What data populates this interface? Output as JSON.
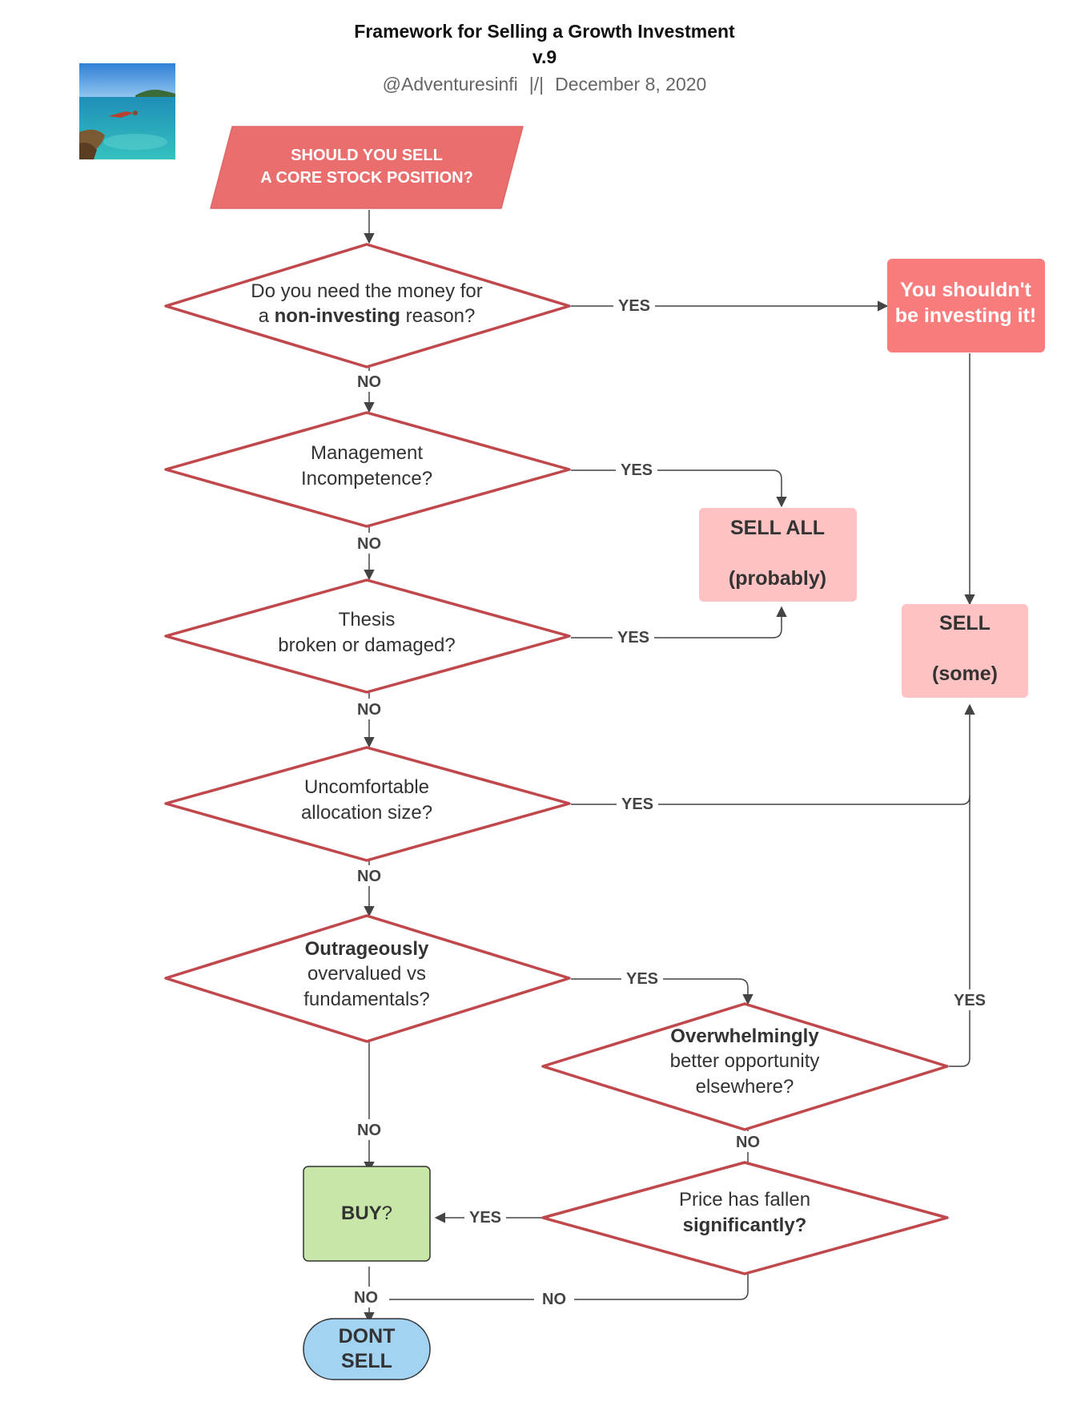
{
  "header": {
    "title": "Framework for Selling a Growth Investment",
    "version": "v.9",
    "author": "@Adventuresinfi",
    "separator": "|/|",
    "date": "December 8, 2020"
  },
  "photo": {
    "icon": "beach-diver-photo"
  },
  "colors": {
    "diamond_stroke": "#c0474b",
    "start_fill": "#eb6e6e",
    "warning_fill": "#f97c7c",
    "sell_fill": "#ffc2c2",
    "buy_fill": "#c7e6a8",
    "dont_sell_fill": "#a3d3f3",
    "edge": "#444444"
  },
  "nodes": {
    "start": {
      "line1": "SHOULD YOU SELL",
      "line2": "A CORE STOCK POSITION?"
    },
    "q_money": {
      "line1": "Do you need the money for",
      "line2_pre": "a ",
      "line2_bold": "non-investing",
      "line2_post": " reason?"
    },
    "shouldnt": {
      "line1": "You shouldn't",
      "line2": "be investing it!"
    },
    "q_management": {
      "line1": "Management",
      "line2": "Incompetence?"
    },
    "sell_all": {
      "line1": "SELL ALL",
      "line2": "(probably)"
    },
    "q_thesis": {
      "line1": "Thesis",
      "line2": "broken or damaged?"
    },
    "sell_some": {
      "line1": "SELL",
      "line2": "(some)"
    },
    "q_allocation": {
      "line1": "Uncomfortable",
      "line2": "allocation size?"
    },
    "q_overvalued": {
      "line1": "Outrageously",
      "line2": "overvalued vs",
      "line3": "fundamentals?"
    },
    "q_opportunity": {
      "line1": "Overwhelmingly",
      "line2": "better  opportunity",
      "line3": "elsewhere?"
    },
    "q_price": {
      "line1": "Price has fallen",
      "line2": "significantly?"
    },
    "buy": {
      "label": "BUY",
      "suffix": "?"
    },
    "dont_sell": {
      "line1": "DONT",
      "line2": "SELL"
    }
  },
  "edges": {
    "money_yes": "YES",
    "money_no": "NO",
    "management_yes": "YES",
    "management_no": "NO",
    "thesis_yes": "YES",
    "thesis_no": "NO",
    "allocation_yes": "YES",
    "allocation_no": "NO",
    "overvalued_yes": "YES",
    "overvalued_no": "NO",
    "opportunity_yes": "YES",
    "opportunity_no": "NO",
    "price_yes": "YES",
    "price_no": "NO",
    "buy_no": "NO"
  }
}
